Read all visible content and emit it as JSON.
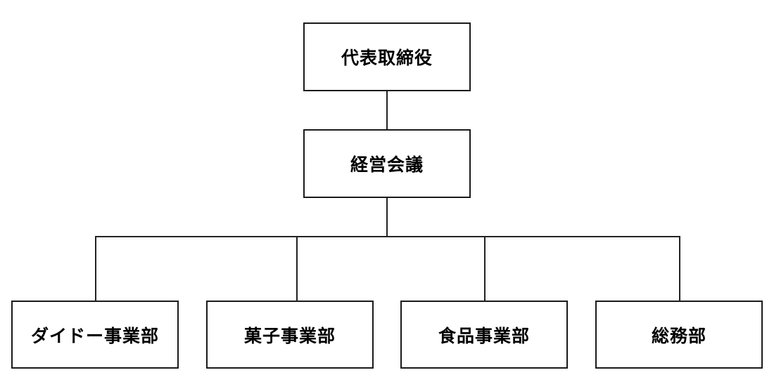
{
  "diagram": {
    "type": "org-chart",
    "colors": {
      "background": "#ffffff",
      "border": "#1a1a1a",
      "text": "#000000",
      "connector": "#222222"
    },
    "top": {
      "label": "代表取締役"
    },
    "middle": {
      "label": "経営会議"
    },
    "departments": [
      {
        "label": "ダイドー事業部"
      },
      {
        "label": "菓子事業部"
      },
      {
        "label": "食品事業部"
      },
      {
        "label": "総務部"
      }
    ]
  }
}
